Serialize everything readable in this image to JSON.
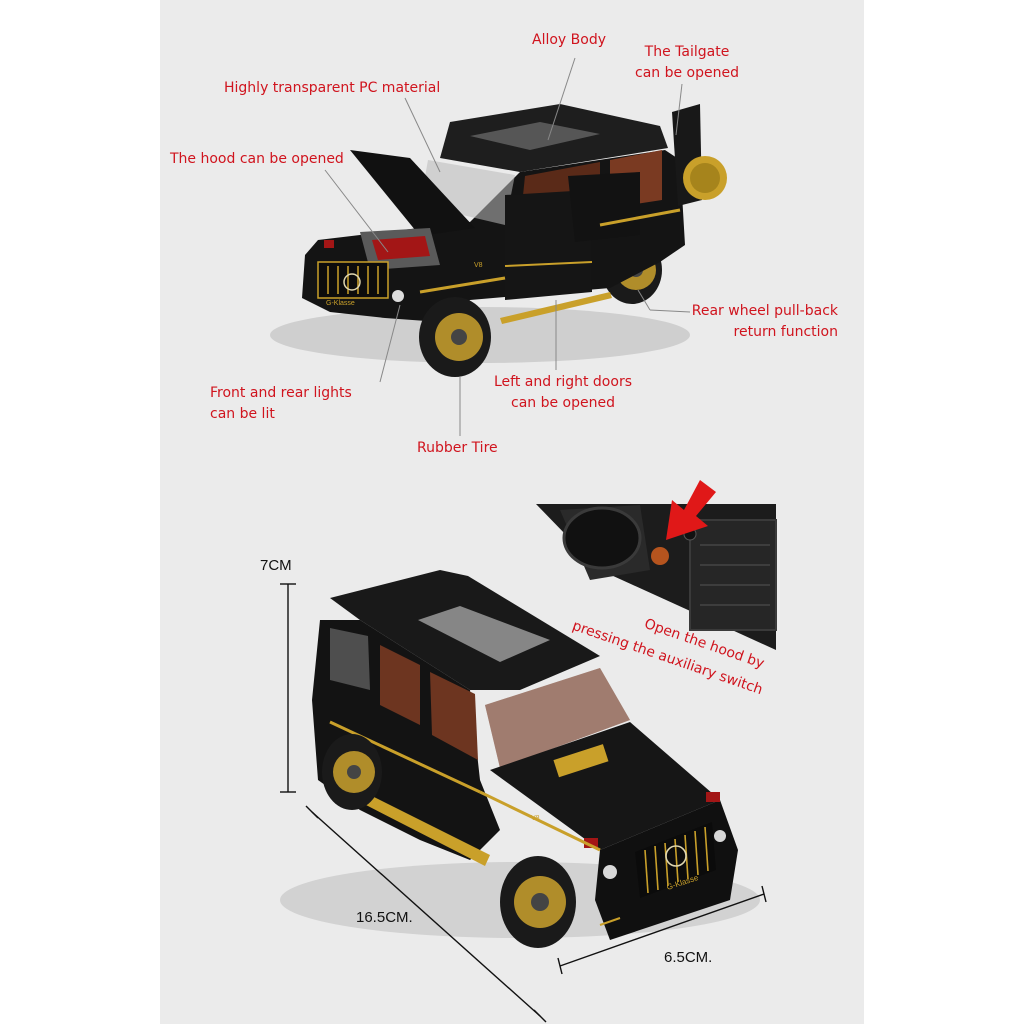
{
  "annotations": {
    "alloy_body": "Alloy Body",
    "tailgate_line1": "The Tailgate",
    "tailgate_line2": "can be opened",
    "pc_material": "Highly transparent PC material",
    "hood_opened": "The hood can be opened",
    "rear_wheel_line1": "Rear wheel pull-back",
    "rear_wheel_line2": "return function",
    "lights_line1": "Front and rear lights",
    "lights_line2": "can be lit",
    "doors_line1": "Left and right doors",
    "doors_line2": "can be opened",
    "rubber_tire": "Rubber Tire",
    "switch_line1": "Open the hood by",
    "switch_line2": "pressing the auxiliary switch"
  },
  "dimensions": {
    "height": "7CM",
    "length": "16.5CM.",
    "width": "6.5CM."
  },
  "model": {
    "grille_badge": "G-Klasse",
    "engine_badge": "V8"
  },
  "colors": {
    "callout_red": "#d0141e",
    "body_black": "#141414",
    "trim_gold": "#c9a02a",
    "panel_bg": "#ebebeb",
    "interior_brown": "#7a3a22"
  }
}
